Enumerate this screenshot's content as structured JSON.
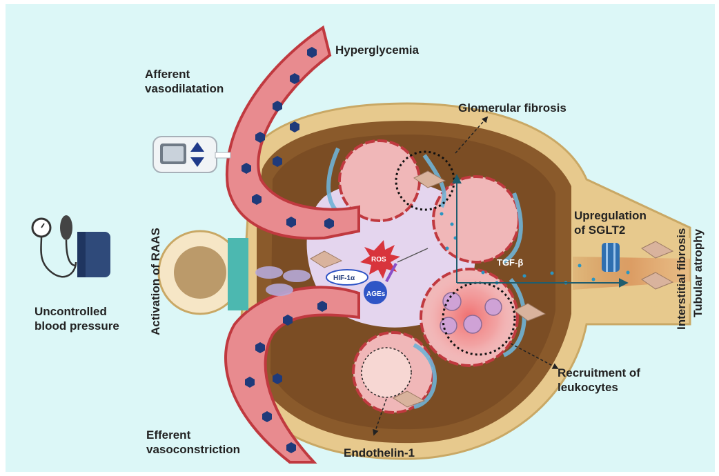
{
  "labels": {
    "hyperglycemia": "Hyperglycemia",
    "afferent_line1": "Afferent",
    "afferent_line2": "vasodilatation",
    "glomerular_fibrosis": "Glomerular fibrosis",
    "upregulation_line1": "Upregulation",
    "upregulation_line2": "of SGLT2",
    "interstitial_fibrosis": "Interstitial fibrosis",
    "tubular_atrophy": "Tubular atrophy",
    "activation_raas": "Activation of RAAS",
    "uncontrolled_line1": "Uncontrolled",
    "uncontrolled_line2": "blood pressure",
    "recruitment_line1": "Recruitment of",
    "recruitment_line2": "leukocytes",
    "efferent_line1": "Efferent",
    "efferent_line2": "vasoconstriction",
    "endothelin": "Endothelin-1",
    "tgf_beta": "TGF-β",
    "ros": "ROS",
    "hif": "HIF-1α",
    "ages": "AGEs"
  },
  "colors": {
    "background": "#dcf7f7",
    "vessel": "#e88b8f",
    "vessel_edge": "#c0393f",
    "glucose": "#1f3a7a",
    "capsule": "#e7c98d",
    "capsule_inner": "#8a5a2b",
    "podocyte": "#6fb3d6",
    "ros": "#d8343c",
    "ages": "#2f55c6",
    "arrow": "#1f5d6e"
  },
  "icons": [
    "glucometer-icon",
    "blood-pressure-monitor-icon"
  ]
}
